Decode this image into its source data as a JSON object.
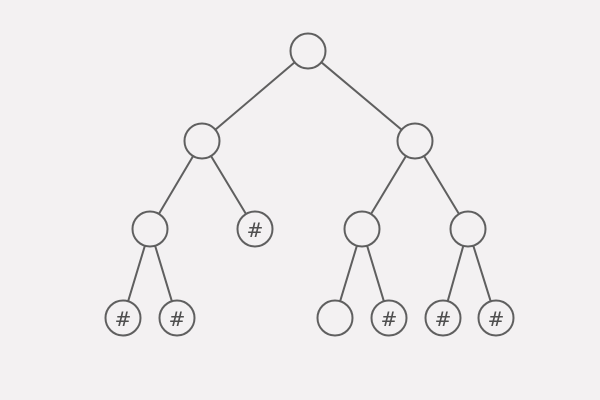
{
  "tree": {
    "colors": {
      "background": "#f3f1f2",
      "stroke": "#5f5f5f",
      "label": "#4f4f4f"
    },
    "nodes": [
      {
        "id": "root",
        "label": ""
      },
      {
        "id": "l1-left",
        "label": ""
      },
      {
        "id": "l1-right",
        "label": ""
      },
      {
        "id": "l2-left-left",
        "label": ""
      },
      {
        "id": "l2-left-right",
        "label": "#"
      },
      {
        "id": "l2-right-left",
        "label": ""
      },
      {
        "id": "l2-right-right",
        "label": ""
      },
      {
        "id": "l3-1",
        "label": "#"
      },
      {
        "id": "l3-2",
        "label": "#"
      },
      {
        "id": "l3-3",
        "label": ""
      },
      {
        "id": "l3-4",
        "label": "#"
      },
      {
        "id": "l3-5",
        "label": "#"
      },
      {
        "id": "l3-6",
        "label": "#"
      }
    ],
    "edges": [
      [
        "root",
        "l1-left"
      ],
      [
        "root",
        "l1-right"
      ],
      [
        "l1-left",
        "l2-left-left"
      ],
      [
        "l1-left",
        "l2-left-right"
      ],
      [
        "l1-right",
        "l2-right-left"
      ],
      [
        "l1-right",
        "l2-right-right"
      ],
      [
        "l2-left-left",
        "l3-1"
      ],
      [
        "l2-left-left",
        "l3-2"
      ],
      [
        "l2-right-left",
        "l3-3"
      ],
      [
        "l2-right-left",
        "l3-4"
      ],
      [
        "l2-right-right",
        "l3-5"
      ],
      [
        "l2-right-right",
        "l3-6"
      ]
    ]
  }
}
